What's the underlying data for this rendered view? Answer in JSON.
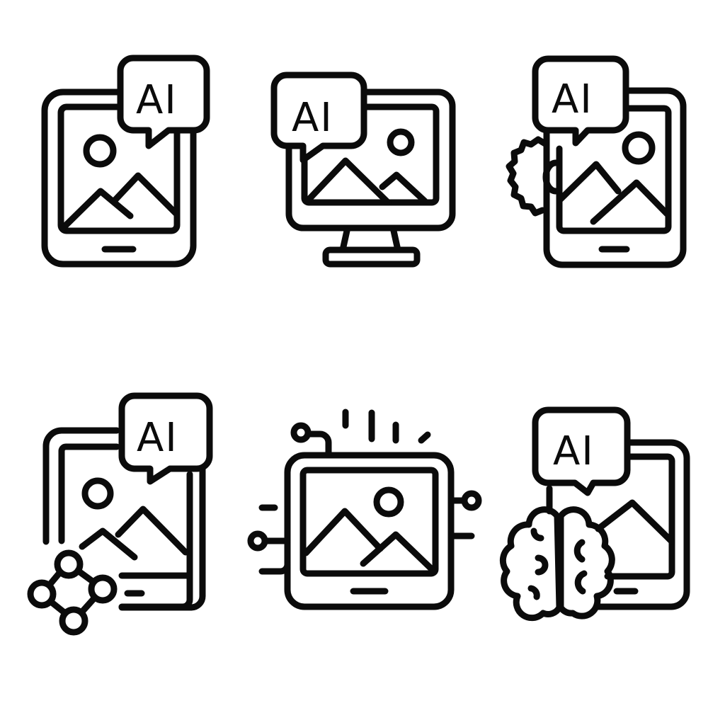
{
  "canvas": {
    "background": "#ffffff",
    "stroke_color": "#0b0b0b"
  },
  "icons": [
    {
      "name": "ai-image-tablet",
      "badge": "AI",
      "elements": [
        "tablet",
        "image-frame",
        "sun",
        "mountains",
        "speech-bubble",
        "home-bar"
      ]
    },
    {
      "name": "ai-image-monitor",
      "badge": "AI",
      "elements": [
        "monitor",
        "stand",
        "image-frame",
        "sun",
        "mountains",
        "speech-bubble"
      ]
    },
    {
      "name": "ai-image-tablet-gear",
      "badge": "AI",
      "elements": [
        "tablet",
        "gear",
        "image-frame",
        "sun",
        "mountains",
        "speech-bubble",
        "home-bar"
      ]
    },
    {
      "name": "ai-image-tablet-network",
      "badge": "AI",
      "elements": [
        "tablet",
        "network-nodes",
        "image-frame",
        "sun",
        "mountains",
        "speech-bubble",
        "home-bar"
      ]
    },
    {
      "name": "ai-image-chip",
      "badge": "",
      "elements": [
        "chip-tablet",
        "circuit-lines",
        "signal-lines",
        "image-frame",
        "sun",
        "mountains",
        "home-bar"
      ]
    },
    {
      "name": "ai-image-tablet-brain",
      "badge": "AI",
      "elements": [
        "tablet",
        "brain",
        "image-frame",
        "mountain",
        "speech-bubble",
        "home-bar"
      ]
    }
  ]
}
